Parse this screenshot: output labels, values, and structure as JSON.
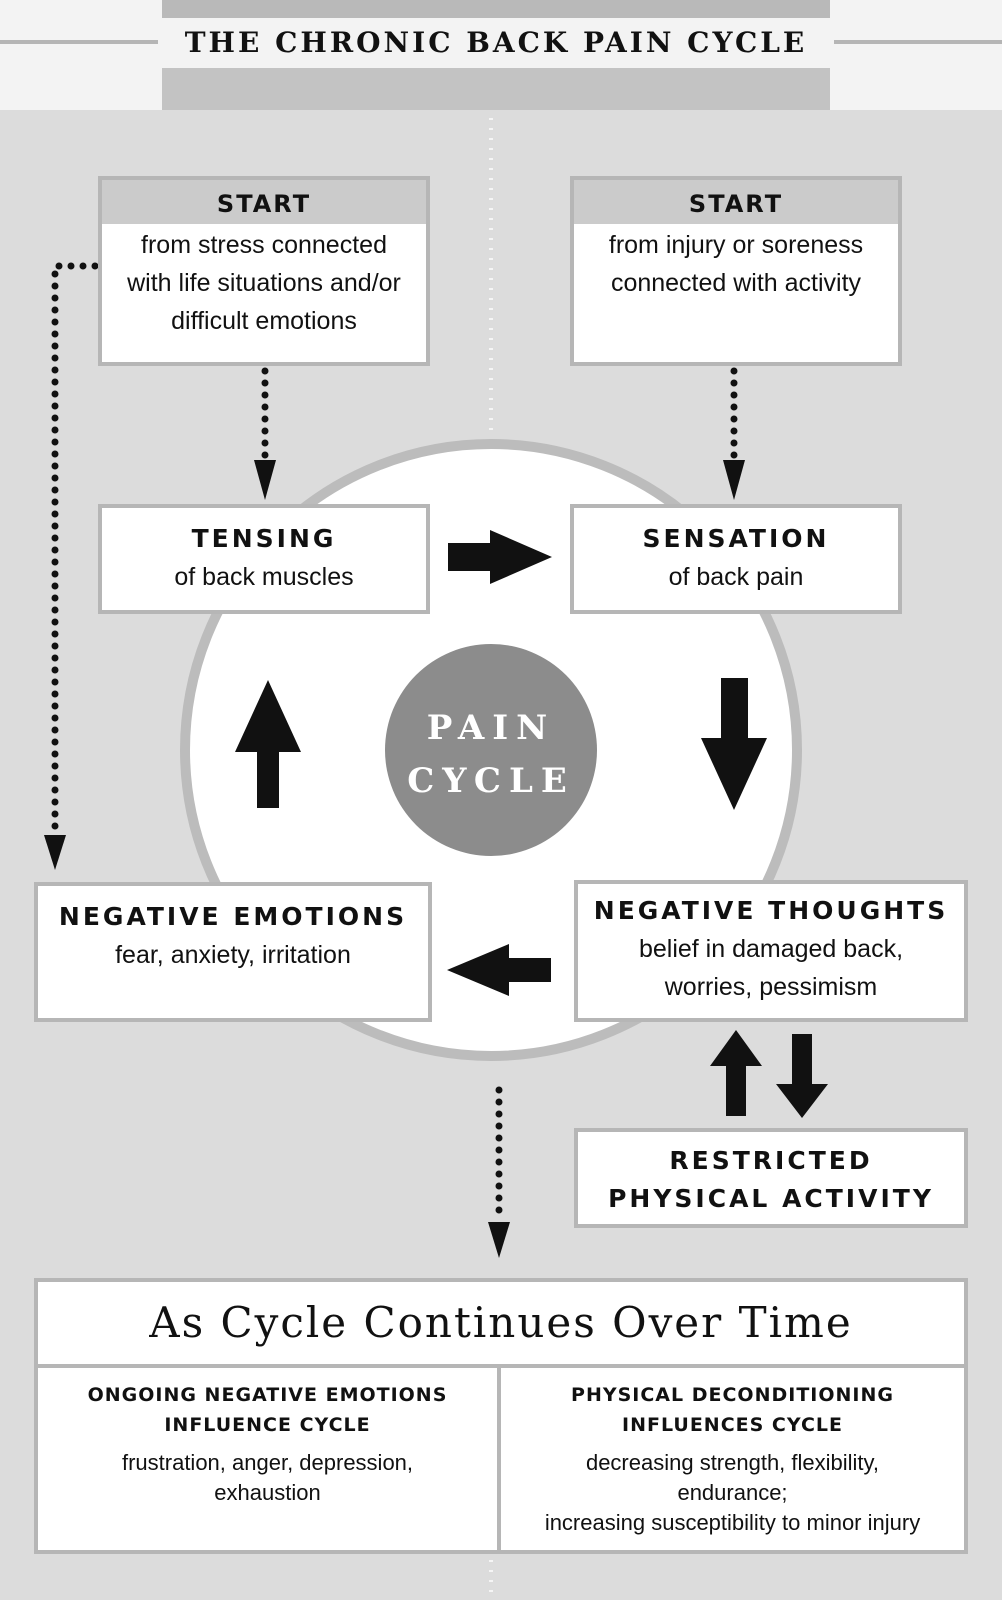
{
  "title": "THE CHRONIC BACK PAIN CYCLE",
  "start_stress": {
    "heading": "START",
    "lines": [
      "from stress connected",
      "with life situations and/or",
      "difficult emotions"
    ]
  },
  "start_injury": {
    "heading": "START",
    "lines": [
      "from injury or soreness",
      "connected with activity"
    ]
  },
  "tensing": {
    "heading": "TENSING",
    "text": "of back muscles"
  },
  "sensation": {
    "heading": "SENSATION",
    "text": "of back pain"
  },
  "center": {
    "line1": "PAIN",
    "line2": "CYCLE"
  },
  "negative_emotions": {
    "heading": "NEGATIVE EMOTIONS",
    "text": "fear, anxiety, irritation"
  },
  "negative_thoughts": {
    "heading": "NEGATIVE THOUGHTS",
    "lines": [
      "belief in damaged back,",
      "worries, pessimism"
    ]
  },
  "restricted": {
    "lines": [
      "RESTRICTED",
      "PHYSICAL ACTIVITY"
    ]
  },
  "continues": {
    "title": "As Cycle Continues Over Time",
    "left": {
      "heading_lines": [
        "ONGOING NEGATIVE EMOTIONS",
        "INFLUENCE CYCLE"
      ],
      "text_lines": [
        "frustration, anger, depression,",
        "exhaustion"
      ]
    },
    "right": {
      "heading_lines": [
        "PHYSICAL DECONDITIONING",
        "INFLUENCES CYCLE"
      ],
      "text_lines": [
        "decreasing strength, flexibility,",
        "endurance;",
        "increasing susceptibility to minor injury"
      ]
    }
  },
  "colors": {
    "panel": "#dcdcdc",
    "box_border": "#b6b6b6",
    "center_circle": "#8c8c8c",
    "ring": "#bcbcbc",
    "arrow": "#111111"
  }
}
